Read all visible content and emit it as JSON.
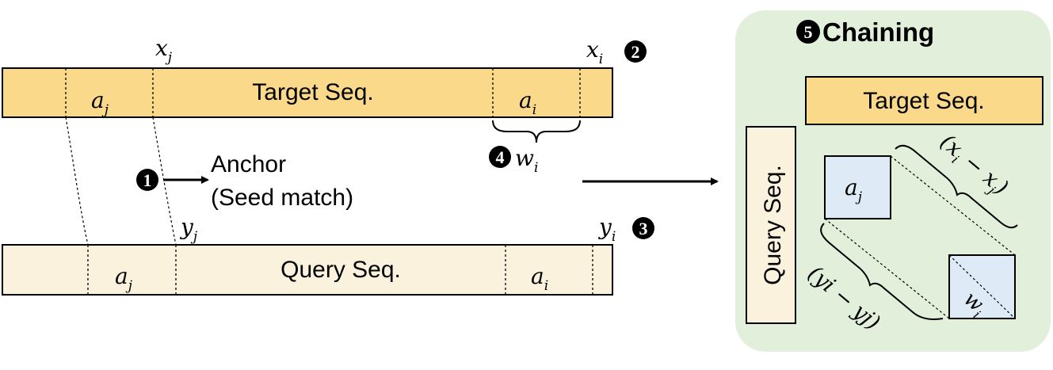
{
  "left": {
    "target_label": "Target Seq.",
    "query_label": "Query Seq.",
    "a_j": "a",
    "a_i": "a",
    "sub_j": "j",
    "sub_i": "i",
    "x": "x",
    "y": "y",
    "w": "w",
    "anchor_line1": "Anchor",
    "anchor_line2": "(Seed match)",
    "badges": [
      "1",
      "2",
      "3",
      "4"
    ]
  },
  "right": {
    "badge": "5",
    "title": "Chaining",
    "target_label": "Target Seq.",
    "query_label": "Query Seq.",
    "a": "a",
    "w": "w",
    "sub_j": "j",
    "sub_i": "i",
    "dx_label": "(x",
    "dx_mid": " − x",
    "dy_label": "(yi − yj)"
  },
  "colors": {
    "target_fill": "#fbd98a",
    "query_fill": "#fbf2dd",
    "panel_fill": "#e2efda",
    "anchor_box_fill": "#deebf7"
  }
}
